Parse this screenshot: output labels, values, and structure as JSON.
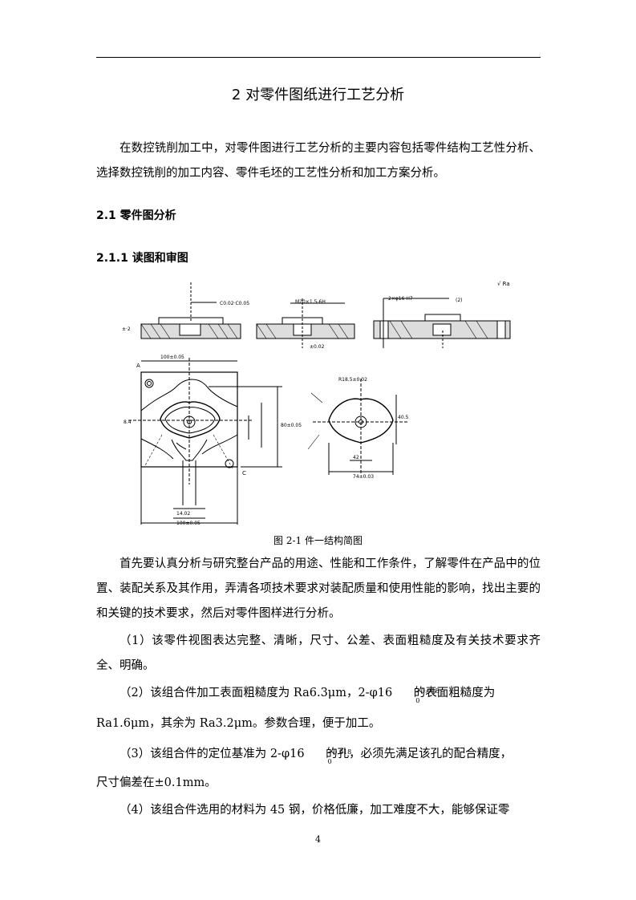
{
  "chapter_title": "2 对零件图纸进行工艺分析",
  "intro": "在数控铣削加工中，对零件图进行工艺分析的主要内容包括零件结构工艺性分析、选择数控铣削的加工内容、零件毛坯的工艺性分析和加工方案分析。",
  "section_2_1": "2.1 零件图分析",
  "section_2_1_1": "2.1.1 读图和审图",
  "figure_caption": "图 2-1   件一结构简图",
  "para_1": "首先要认真分析与研究整台产品的用途、性能和工作条件，了解零件在产品中的位置、装配关系及其作用，弄清各项技术要求对装配质量和使用性能的影响，找出主要的和关键的技术要求，然后对零件图样进行分析。",
  "para_2": "（1）该零件视图表达完整、清晰，尺寸、公差、表面粗糙度及有关技术要求齐全、明确。",
  "para_3a": "（2）该组合件加工表面粗糙度为 Ra6.3μm，2-φ16",
  "para_3b": " 的表面粗糙度为",
  "para_3c": "Ra1.6μm，其余为 Ra3.2μm。参数合理，便于加工。",
  "para_4a": "（3）该组合件的定位基准为 2-φ16",
  "para_4b": " 的孔，必须先满足该孔的配合精度，",
  "para_4c": "尺寸偏差在±0.1mm。",
  "tol_upper": "+0.018",
  "tol_lower": "0",
  "para_5": "（4）该组合件选用的材料为 45 钢，价格低廉，加工难度不大，能够保证零",
  "page_number": "4"
}
